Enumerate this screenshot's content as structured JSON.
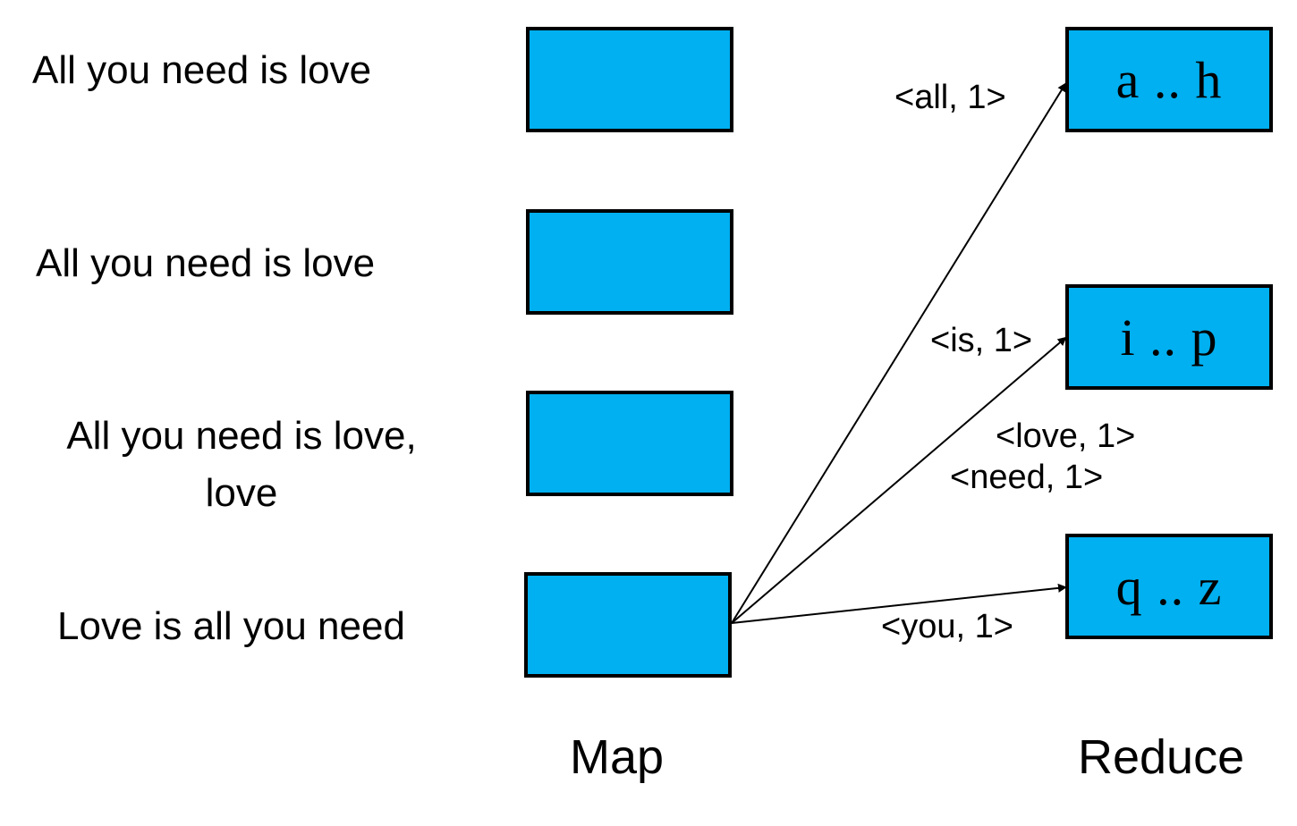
{
  "colors": {
    "box_fill": "#00B0F0",
    "box_border": "#000000",
    "text": "#000000",
    "arrow": "#000000"
  },
  "inputs": [
    "All you need is love",
    "All you need is love",
    "All you need is love,\nlove",
    "Love is all you need"
  ],
  "reducers": [
    "a .. h",
    "i .. p",
    "q .. z"
  ],
  "pairs": {
    "all": "<all, 1>",
    "is": "<is, 1>",
    "love": "<love, 1>",
    "need": "<need, 1>",
    "you": "<you, 1>"
  },
  "labels": {
    "map": "Map",
    "reduce": "Reduce"
  },
  "edges": [
    {
      "from": "map-4",
      "to": "reduce-1",
      "label": "<all, 1>"
    },
    {
      "from": "map-4",
      "to": "reduce-2",
      "label": "<is, 1>"
    },
    {
      "from": "map-4",
      "to": "reduce-3",
      "label": "<you, 1>"
    }
  ]
}
